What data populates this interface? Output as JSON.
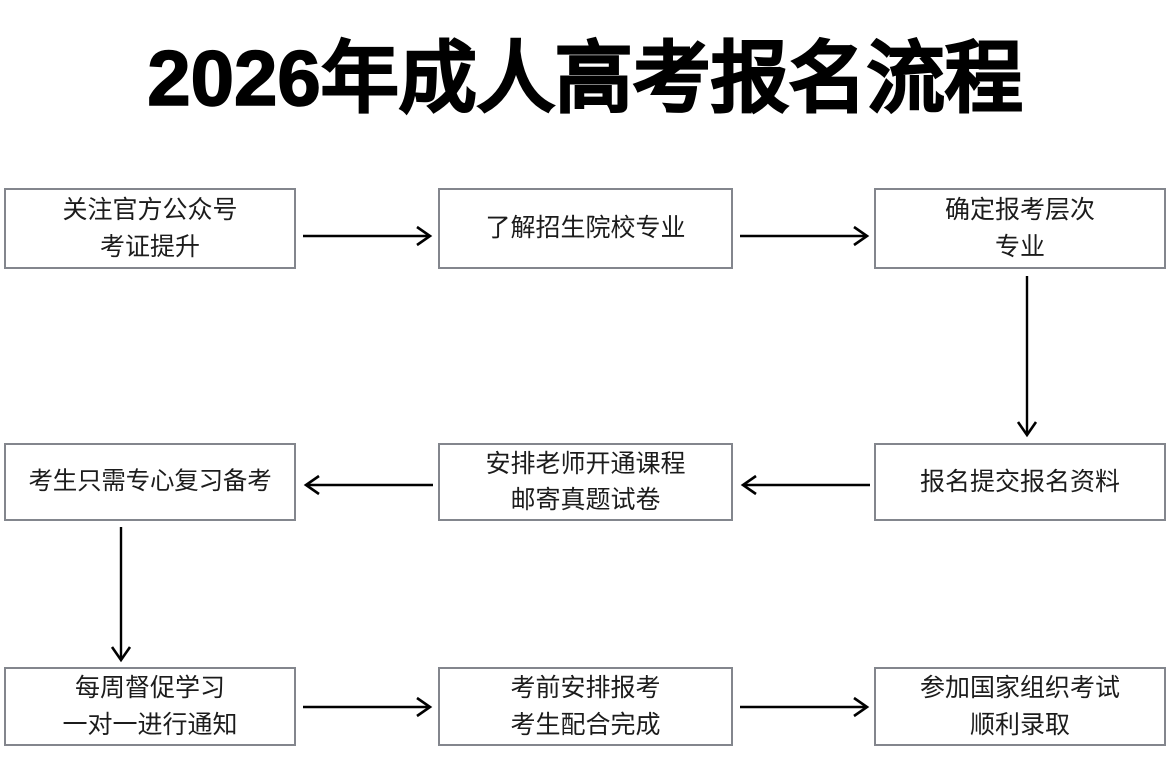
{
  "page": {
    "title": "2026年成人高考报名流程",
    "background_color": "#ffffff",
    "box_border_color": "#83868d",
    "arrow_color": "#000000",
    "text_color": "#1c1c1c"
  },
  "chart_data": {
    "type": "diagram",
    "diagram_kind": "flowchart",
    "title": "2026年成人高考报名流程",
    "layout": "3 columns x 3 rows, serpentine (boustrophedon) flow",
    "nodes": [
      {
        "id": "n1",
        "row": 1,
        "col": 1,
        "lines": [
          "关注官方公众号",
          "考证提升"
        ]
      },
      {
        "id": "n2",
        "row": 1,
        "col": 2,
        "lines": [
          "了解招生院校专业"
        ]
      },
      {
        "id": "n3",
        "row": 1,
        "col": 3,
        "lines": [
          "确定报考层次",
          "专业"
        ]
      },
      {
        "id": "n4",
        "row": 2,
        "col": 3,
        "lines": [
          "报名提交报名资料"
        ]
      },
      {
        "id": "n5",
        "row": 2,
        "col": 2,
        "lines": [
          "安排老师开通课程",
          "邮寄真题试卷"
        ]
      },
      {
        "id": "n6",
        "row": 2,
        "col": 1,
        "lines": [
          "考生只需专心复习备考"
        ]
      },
      {
        "id": "n7",
        "row": 3,
        "col": 1,
        "lines": [
          "每周督促学习",
          "一对一进行通知"
        ]
      },
      {
        "id": "n8",
        "row": 3,
        "col": 2,
        "lines": [
          "考前安排报考",
          "考生配合完成"
        ]
      },
      {
        "id": "n9",
        "row": 3,
        "col": 3,
        "lines": [
          "参加国家组织考试",
          "顺利录取"
        ]
      }
    ],
    "edges": [
      {
        "from": "n1",
        "to": "n2",
        "direction": "right"
      },
      {
        "from": "n2",
        "to": "n3",
        "direction": "right"
      },
      {
        "from": "n3",
        "to": "n4",
        "direction": "down"
      },
      {
        "from": "n4",
        "to": "n5",
        "direction": "left"
      },
      {
        "from": "n5",
        "to": "n6",
        "direction": "left"
      },
      {
        "from": "n6",
        "to": "n7",
        "direction": "down"
      },
      {
        "from": "n7",
        "to": "n8",
        "direction": "right"
      },
      {
        "from": "n8",
        "to": "n9",
        "direction": "right"
      }
    ]
  },
  "nodes": {
    "n1": {
      "l1": "关注官方公众号",
      "l2": "考证提升"
    },
    "n2": {
      "l1": "了解招生院校专业"
    },
    "n3": {
      "l1": "确定报考层次",
      "l2": "专业"
    },
    "n4": {
      "l1": "报名提交报名资料"
    },
    "n5": {
      "l1": "安排老师开通课程",
      "l2": "邮寄真题试卷"
    },
    "n6": {
      "l1": "考生只需专心复习备考"
    },
    "n7": {
      "l1": "每周督促学习",
      "l2": "一对一进行通知"
    },
    "n8": {
      "l1": "考前安排报考",
      "l2": "考生配合完成"
    },
    "n9": {
      "l1": "参加国家组织考试",
      "l2": "顺利录取"
    }
  }
}
